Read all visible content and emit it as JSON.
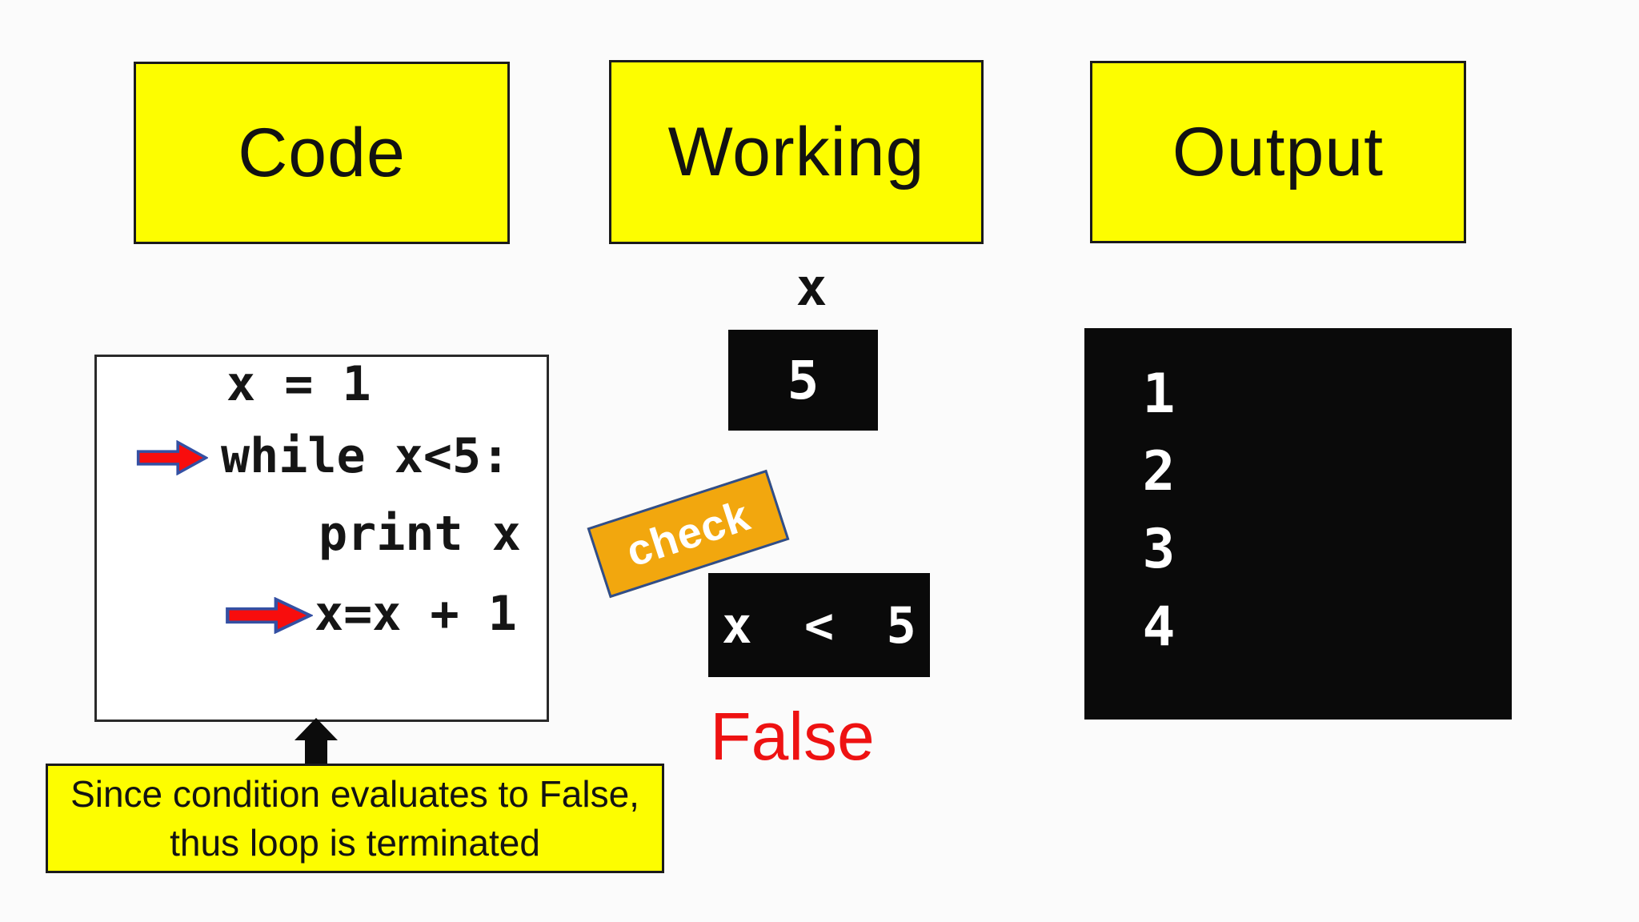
{
  "slide": {
    "colors": {
      "bg": "#fbfbfb",
      "yellow": "#fdfd00",
      "black_box": "#0a0a0a",
      "red_arrow": "#f80d0d",
      "arrow_border": "#3450a3",
      "check_fill": "#f2a70e",
      "check_border": "#2f4e8c",
      "false_red": "#ee1212"
    },
    "headers": [
      {
        "label": "Code"
      },
      {
        "label": "Working"
      },
      {
        "label": "Output"
      }
    ],
    "code": {
      "lines": [
        {
          "text": "x = 1"
        },
        {
          "text": "while x<5:"
        },
        {
          "text": "print x"
        },
        {
          "text": "x=x + 1"
        }
      ]
    },
    "working": {
      "var_label": "x",
      "var_value": "5",
      "check_label": "check",
      "condition": "x < 5",
      "result": "False"
    },
    "output": {
      "values": [
        "1",
        "2",
        "3",
        "4"
      ]
    },
    "note": {
      "line1": "Since condition evaluates to False,",
      "line2": "thus loop is terminated"
    }
  }
}
